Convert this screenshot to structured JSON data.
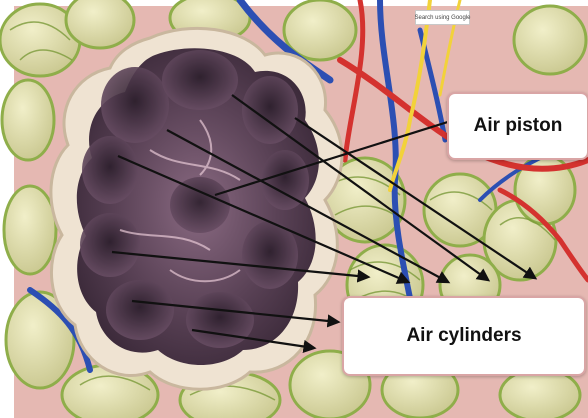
{
  "labels": {
    "air_piston": "Air piston",
    "air_cylinders": "Air cylinders"
  },
  "overlay": {
    "search_chip": "Search using Google"
  },
  "colors": {
    "alveolus_wall": "#efe3d2",
    "alveolus_cavity": "#5a4256",
    "tissue_background": "#e5b8b2",
    "blood_vessel_blue": "#2c4fb3",
    "blood_vessel_red": "#d4322f",
    "nerve_yellow": "#f2d23a",
    "capillary_green": "#8fae4a",
    "arrow": "#111111"
  }
}
